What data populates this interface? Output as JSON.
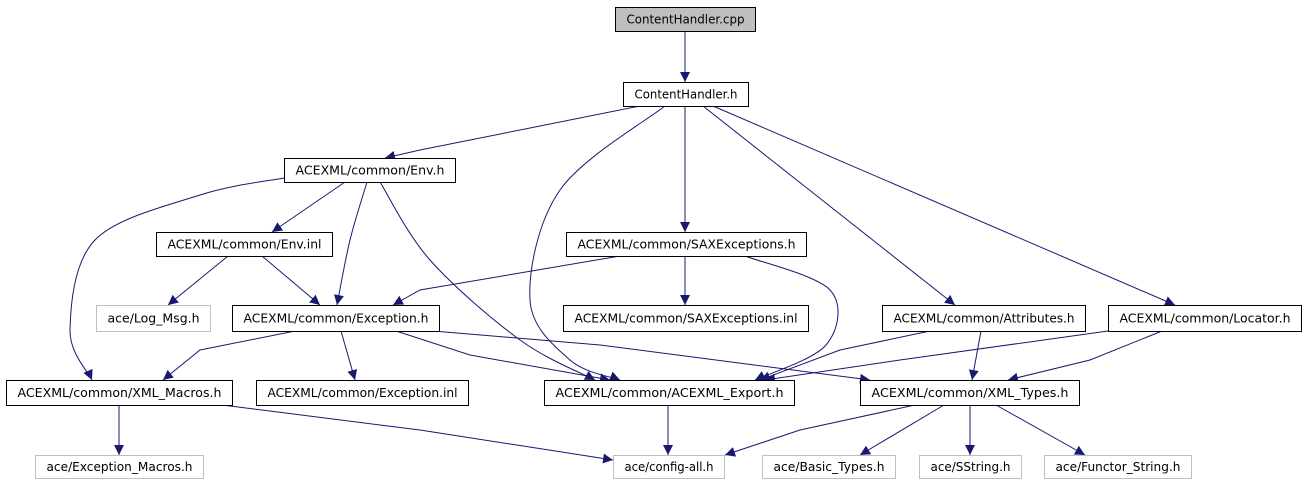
{
  "title": "Include dependency graph for ContentHandler.cpp",
  "colors": {
    "edge": "#191970",
    "node_border": "#000000",
    "external_border": "#bfbfbf",
    "root_fill": "#bfbfbf",
    "node_fill": "#ffffff"
  },
  "nodes": [
    {
      "id": "cpp",
      "label": "ContentHandler.cpp",
      "kind": "root"
    },
    {
      "id": "h",
      "label": "ContentHandler.h",
      "kind": "local"
    },
    {
      "id": "env",
      "label": "ACEXML/common/Env.h",
      "kind": "local"
    },
    {
      "id": "envinl",
      "label": "ACEXML/common/Env.inl",
      "kind": "local"
    },
    {
      "id": "saxh",
      "label": "ACEXML/common/SAXExceptions.h",
      "kind": "local"
    },
    {
      "id": "logmsg",
      "label": "ace/Log_Msg.h",
      "kind": "external"
    },
    {
      "id": "exch",
      "label": "ACEXML/common/Exception.h",
      "kind": "local"
    },
    {
      "id": "saxinl",
      "label": "ACEXML/common/SAXExceptions.inl",
      "kind": "local"
    },
    {
      "id": "attr",
      "label": "ACEXML/common/Attributes.h",
      "kind": "local"
    },
    {
      "id": "loc",
      "label": "ACEXML/common/Locator.h",
      "kind": "local"
    },
    {
      "id": "macros",
      "label": "ACEXML/common/XML_Macros.h",
      "kind": "local"
    },
    {
      "id": "excinl",
      "label": "ACEXML/common/Exception.inl",
      "kind": "local"
    },
    {
      "id": "export",
      "label": "ACEXML/common/ACEXML_Export.h",
      "kind": "local"
    },
    {
      "id": "types",
      "label": "ACEXML/common/XML_Types.h",
      "kind": "local"
    },
    {
      "id": "excmacros",
      "label": "ace/Exception_Macros.h",
      "kind": "external"
    },
    {
      "id": "configall",
      "label": "ace/config-all.h",
      "kind": "external"
    },
    {
      "id": "basictypes",
      "label": "ace/Basic_Types.h",
      "kind": "external"
    },
    {
      "id": "sstring",
      "label": "ace/SString.h",
      "kind": "external"
    },
    {
      "id": "functor",
      "label": "ace/Functor_String.h",
      "kind": "external"
    }
  ],
  "edges": [
    {
      "from": "cpp",
      "to": "h"
    },
    {
      "from": "h",
      "to": "env"
    },
    {
      "from": "h",
      "to": "export"
    },
    {
      "from": "h",
      "to": "saxh"
    },
    {
      "from": "h",
      "to": "attr"
    },
    {
      "from": "h",
      "to": "loc"
    },
    {
      "from": "env",
      "to": "envinl"
    },
    {
      "from": "env",
      "to": "macros"
    },
    {
      "from": "env",
      "to": "exch"
    },
    {
      "from": "env",
      "to": "export"
    },
    {
      "from": "envinl",
      "to": "logmsg"
    },
    {
      "from": "envinl",
      "to": "exch"
    },
    {
      "from": "saxh",
      "to": "exch"
    },
    {
      "from": "saxh",
      "to": "saxinl"
    },
    {
      "from": "saxh",
      "to": "export"
    },
    {
      "from": "exch",
      "to": "macros"
    },
    {
      "from": "exch",
      "to": "excinl"
    },
    {
      "from": "exch",
      "to": "export"
    },
    {
      "from": "exch",
      "to": "types"
    },
    {
      "from": "attr",
      "to": "export"
    },
    {
      "from": "attr",
      "to": "types"
    },
    {
      "from": "loc",
      "to": "export"
    },
    {
      "from": "loc",
      "to": "types"
    },
    {
      "from": "macros",
      "to": "excmacros"
    },
    {
      "from": "macros",
      "to": "configall"
    },
    {
      "from": "export",
      "to": "configall"
    },
    {
      "from": "types",
      "to": "configall"
    },
    {
      "from": "types",
      "to": "basictypes"
    },
    {
      "from": "types",
      "to": "sstring"
    },
    {
      "from": "types",
      "to": "functor"
    }
  ]
}
